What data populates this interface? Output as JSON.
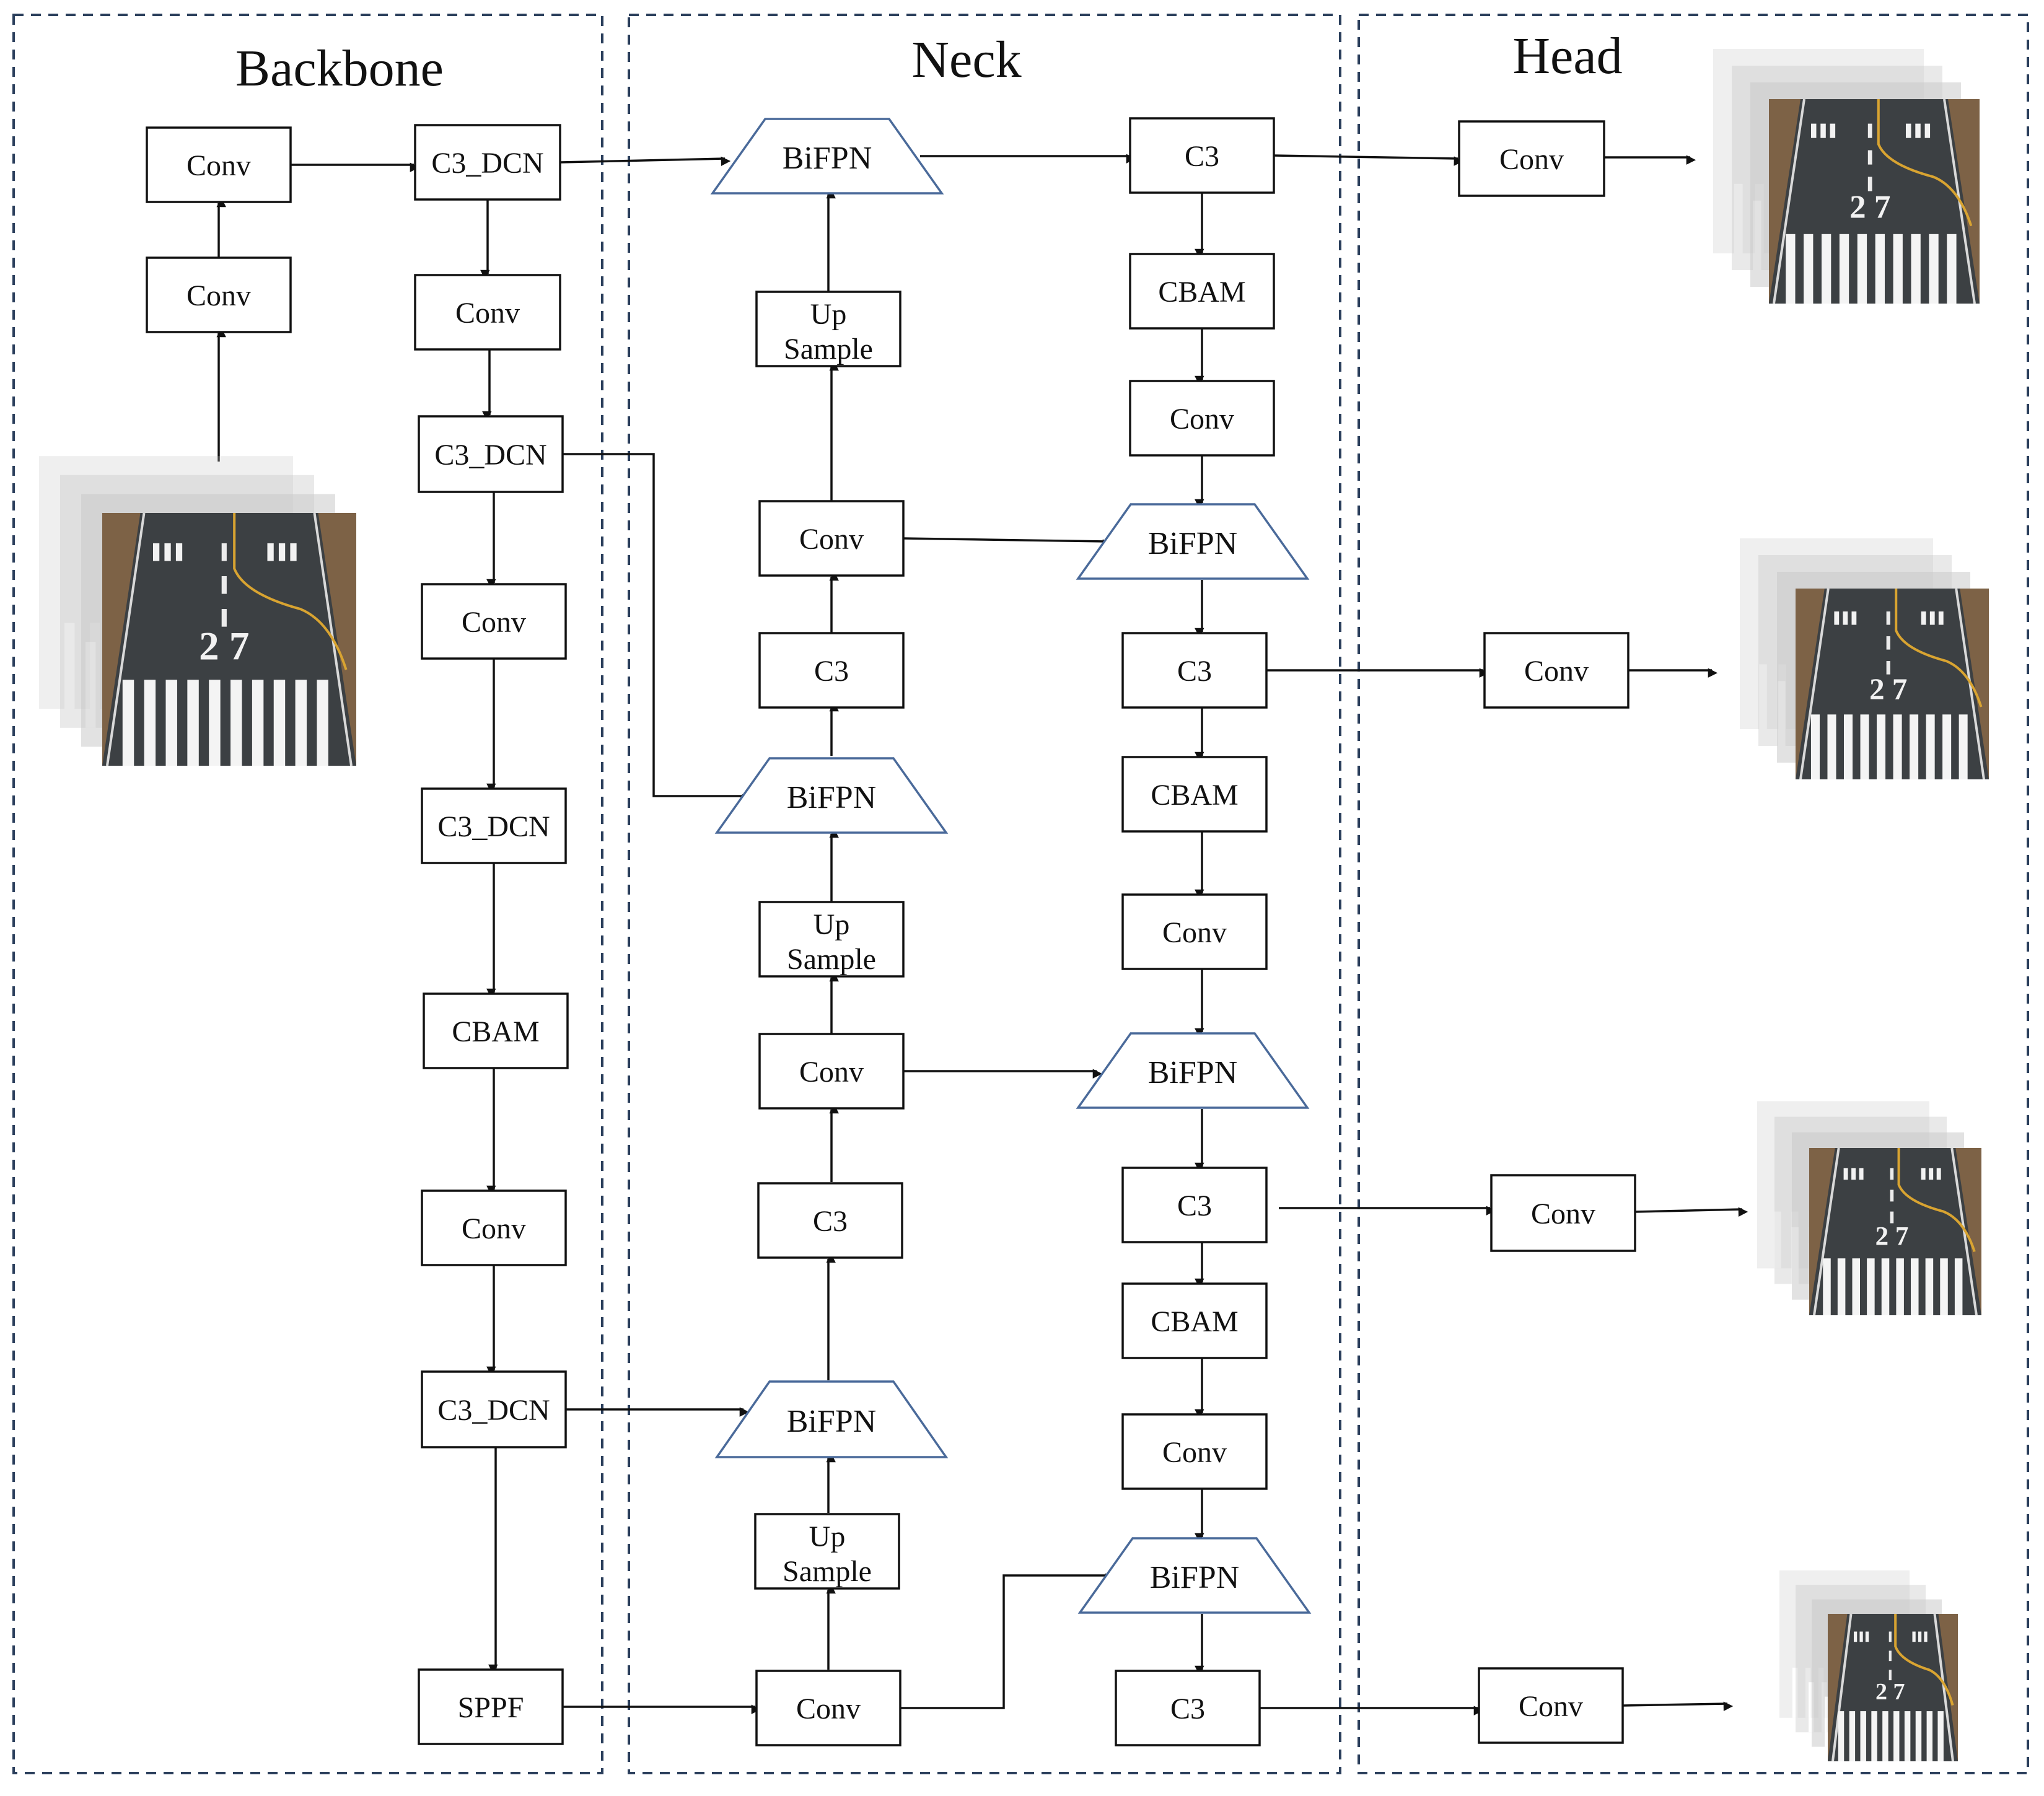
{
  "sections": {
    "backbone": "Backbone",
    "neck": "Neck",
    "head": "Head"
  },
  "labels": {
    "conv": "Conv",
    "c3": "C3",
    "c3_dcn": "C3_DCN",
    "cbam": "CBAM",
    "sppf": "SPPF",
    "bifpn": "BiFPN",
    "up": "Up",
    "sample": "Sample"
  },
  "runway_marking": "2 7",
  "colors": {
    "border": "#2b3f5c",
    "bifpn_outline": "#4a6a9a"
  }
}
